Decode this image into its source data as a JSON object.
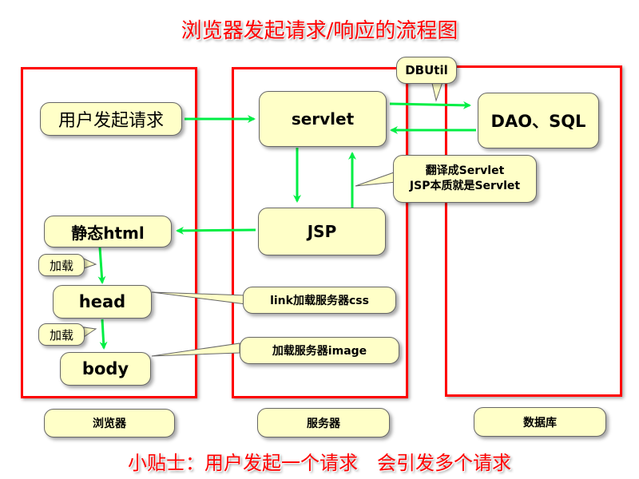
{
  "title": "浏览器发起请求/响应的流程图",
  "tip": "小贴士：用户发起一个请求　会引发多个请求",
  "columns": {
    "browser": "浏览器",
    "server": "服务器",
    "database": "数据库"
  },
  "nodes": {
    "user_request": "用户发起请求",
    "static_html": "静态html",
    "head": "head",
    "body": "body",
    "servlet": "servlet",
    "jsp": "JSP",
    "dao_sql": "DAO、SQL"
  },
  "callouts": {
    "dbutil": "DBUtil",
    "translate_line1": "翻译成Servlet",
    "translate_line2": "JSP本质就是Servlet",
    "load1": "加载",
    "load2": "加载",
    "link_css": "link加载服务器css",
    "load_image": "加载服务器image"
  },
  "colors": {
    "region_border": "#ff0000",
    "node_fill": "#ffffc8",
    "arrow": "#00ee44",
    "title_text": "#ff0000"
  }
}
